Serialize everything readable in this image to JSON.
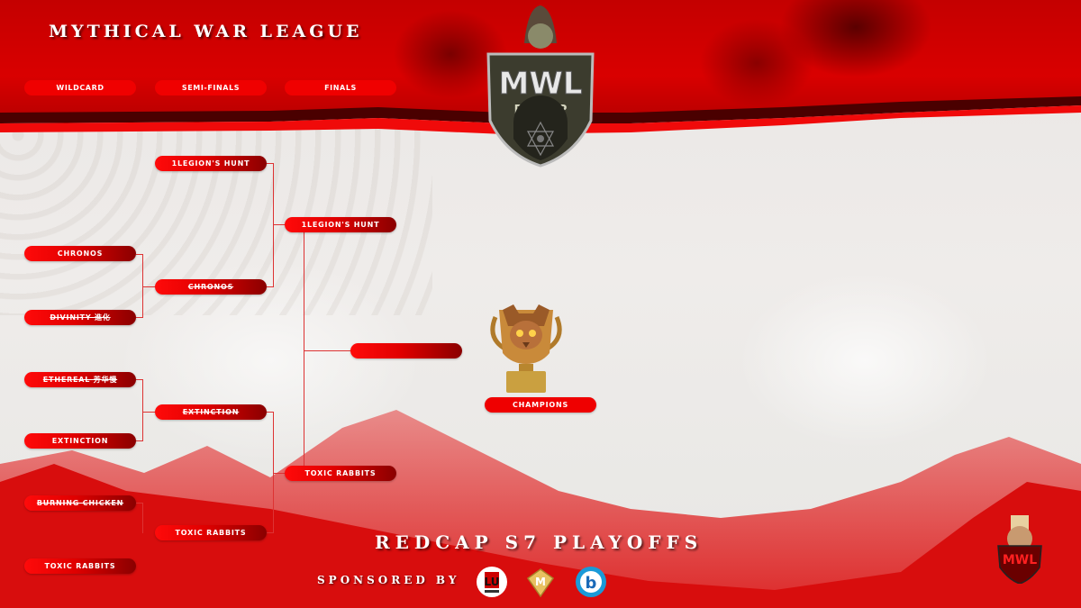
{
  "header": {
    "title": "MYTHICAL WAR LEAGUE",
    "rounds": [
      {
        "label": "WILDCARD"
      },
      {
        "label": "SEMI-FINALS"
      },
      {
        "label": "FINALS"
      }
    ]
  },
  "logo": {
    "main_text": "MWL",
    "sub_text": "REDCAP"
  },
  "bracket": {
    "wildcard": [
      {
        "team": "CHRONOS",
        "eliminated": false
      },
      {
        "team": "DIVINITY 進化",
        "eliminated": true
      },
      {
        "team": "ETHEREAL 芳华慢",
        "eliminated": true
      },
      {
        "team": "EXTINCTION",
        "eliminated": false
      },
      {
        "team": "BURNING CHICKEN",
        "eliminated": true
      },
      {
        "team": "TOXIC RABBITS",
        "eliminated": false
      }
    ],
    "semifinals": [
      {
        "team": "1LEGION'S HUNT",
        "eliminated": false
      },
      {
        "team": "CHRONOS",
        "eliminated": true
      },
      {
        "team": "EXTINCTION",
        "eliminated": true
      },
      {
        "team": "TOXIC RABBITS",
        "eliminated": false
      }
    ],
    "finals": [
      {
        "team": "1LEGION'S HUNT",
        "eliminated": false
      },
      {
        "team": "TOXIC RABBITS",
        "eliminated": false
      }
    ],
    "winner": {
      "team": ""
    },
    "champions_label": "CHAMPIONS"
  },
  "footer": {
    "subtitle": "REDCAP S7 PLAYOFFS",
    "sponsored_by": "SPONSORED BY",
    "sponsors": [
      {
        "name": "league-logo",
        "icon": "LU"
      },
      {
        "name": "harmony-logo",
        "icon": "M"
      },
      {
        "name": "b-logo",
        "icon": "b"
      }
    ]
  },
  "colors": {
    "accent": "#f00000",
    "dark_red": "#8a0000",
    "line": "#d33333"
  }
}
